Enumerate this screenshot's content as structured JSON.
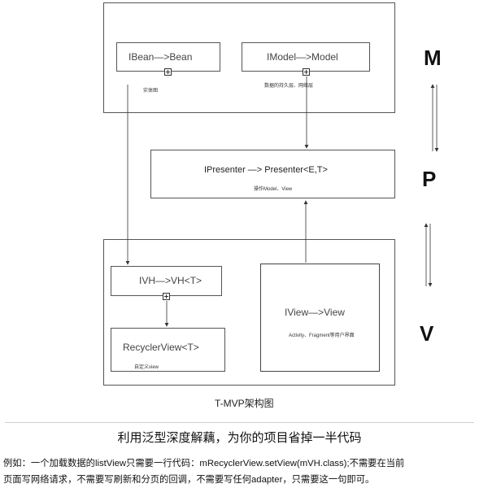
{
  "diagram": {
    "bean_label": "IBean—>Bean",
    "bean_note": "实体图",
    "model_label": "IModel—>Model",
    "model_note": "数据的持久层、网络层",
    "presenter_label": "IPresenter  —> Presenter<E,T>",
    "presenter_note": "操作Model、View",
    "vh_label": "IVH—>VH<T>",
    "recycler_label": "RecyclerView<T>",
    "recycler_note": "自定义view",
    "view_label": "IView—>View",
    "view_note": "Activity、Fragment等用户界面",
    "letter_m": "M",
    "letter_p": "P",
    "letter_v": "V",
    "caption": "T-MVP架构图"
  },
  "text": {
    "headline": "利用泛型深度解藕，为你的项目省掉一半代码",
    "body_line1": "例如：一个加载数据的listView只需要一行代码：mRecyclerView.setView(mVH.class);不需要在当前",
    "body_line2": "页面写网络请求，不需要写刷新和分页的回调，不需要写任何adapter，只需要这一句即可。"
  }
}
